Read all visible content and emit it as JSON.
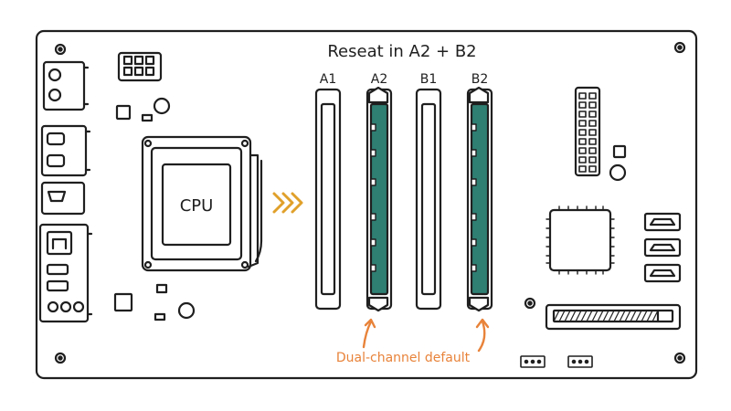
{
  "title": "Reseat in A2 + B2",
  "cpu_label": "CPU",
  "slots": [
    {
      "label": "A1",
      "populated": false
    },
    {
      "label": "A2",
      "populated": true
    },
    {
      "label": "B1",
      "populated": false
    },
    {
      "label": "B2",
      "populated": true
    }
  ],
  "annotation": "Dual-channel default",
  "colors": {
    "stroke": "#1f1f1f",
    "dimm_green": "#2f7f73",
    "accent_orange": "#e8833a",
    "arrow_gold": "#e0a02a",
    "background": "#ffffff"
  }
}
